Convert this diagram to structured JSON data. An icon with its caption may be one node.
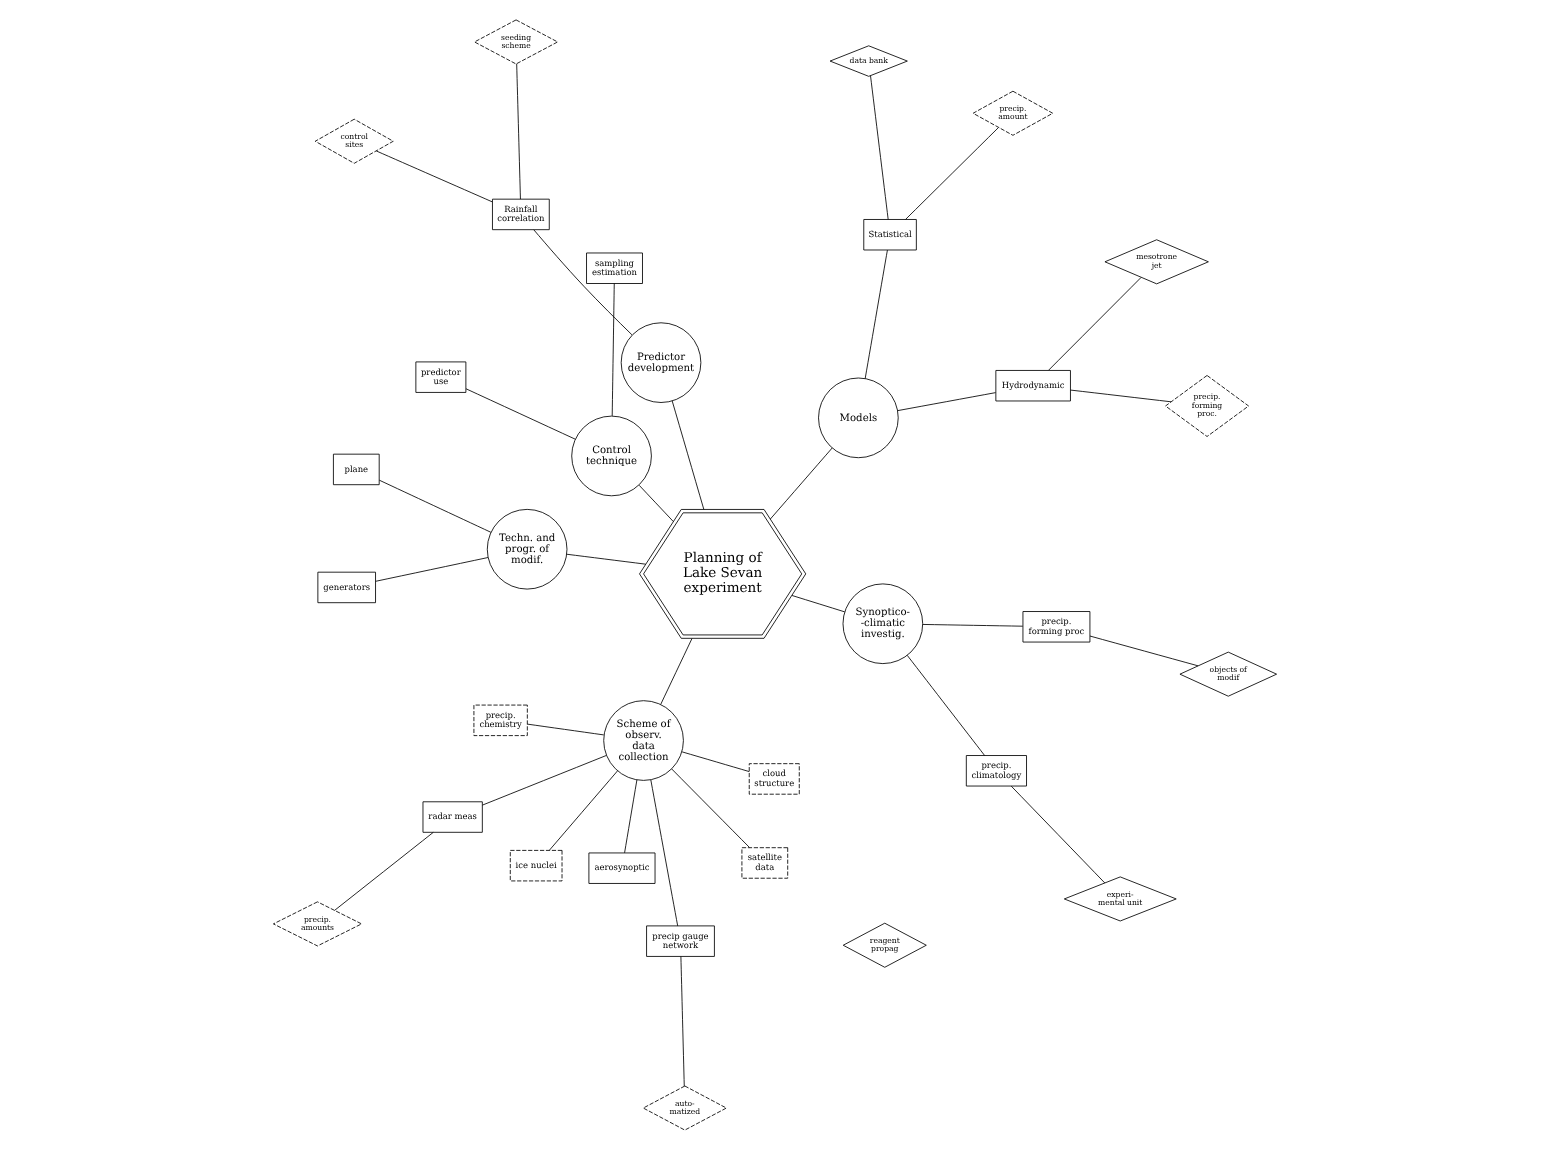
{
  "diagram": {
    "nodes": [
      {
        "text": [
          "Planning of Lake Sevan experiment"
        ]
      },
      {
        "text": [
          "Scheme of observ. data collection"
        ]
      },
      {
        "text": [
          "ice nuclei"
        ]
      },
      {
        "text": [
          "precip. chemistry"
        ]
      },
      {
        "text": [
          "cloud structure"
        ]
      },
      {
        "text": [
          "precip. amounts"
        ]
      },
      {
        "text": [
          "radar meas"
        ]
      },
      {
        "text": [
          "auto- matized"
        ]
      },
      {
        "text": [
          "precip gauge network"
        ]
      },
      {
        "text": [
          "satellite data"
        ]
      },
      {
        "text": [
          "aerosynoptic"
        ]
      },
      {
        "text": [
          "Models"
        ]
      },
      {
        "text": [
          "precip. forming proc."
        ]
      },
      {
        "text": [
          "mesotrone jet"
        ]
      },
      {
        "text": [
          "Hydrodynamic"
        ]
      },
      {
        "text": [
          "reagent propag"
        ]
      },
      {
        "text": [
          "Statistical"
        ]
      },
      {
        "text": [
          "precip. amount"
        ]
      },
      {
        "text": [
          "data bank"
        ]
      },
      {
        "text": [
          "Techn. and progr. of modif."
        ]
      },
      {
        "text": [
          "plane"
        ]
      },
      {
        "text": [
          "generators"
        ]
      },
      {
        "text": [
          "Predictor development"
        ]
      },
      {
        "text": [
          "seeding scheme"
        ]
      },
      {
        "text": [
          "Rainfall correlation"
        ]
      },
      {
        "text": [
          "control sites"
        ]
      },
      {
        "text": [
          "Synoptico- -climatic investig."
        ]
      },
      {
        "text": [
          "objects of modif"
        ]
      },
      {
        "text": [
          "precip. forming proc"
        ]
      },
      {
        "text": [
          "experi- mental unit"
        ]
      },
      {
        "text": [
          "precip. climatology"
        ]
      },
      {
        "text": [
          "Control technique"
        ]
      },
      {
        "text": [
          "sampling estimation"
        ]
      },
      {
        "text": [
          "predictor use"
        ]
      }
    ],
    "edges": [
      {
        "from": 0,
        "to": 1,
        "arrow": "none"
      },
      {
        "from": 0,
        "to": 11,
        "arrow": "none"
      },
      {
        "from": 0,
        "to": 19,
        "arrow": "none"
      },
      {
        "from": 0,
        "to": 22,
        "arrow": "none"
      },
      {
        "from": 0,
        "to": 26,
        "arrow": "none"
      },
      {
        "from": 0,
        "to": 31,
        "arrow": "none"
      },
      {
        "from": 1,
        "to": 2,
        "arrow": "none"
      },
      {
        "from": 1,
        "to": 3,
        "arrow": "none"
      },
      {
        "from": 1,
        "to": 4,
        "arrow": "none"
      },
      {
        "from": 1,
        "to": 6,
        "arrow": "none"
      },
      {
        "from": 1,
        "to": 8,
        "arrow": "none"
      },
      {
        "from": 1,
        "to": 9,
        "arrow": "none"
      },
      {
        "from": 1,
        "to": 10,
        "arrow": "none"
      },
      {
        "from": 5,
        "to": 6,
        "arrow": "none"
      },
      {
        "from": 7,
        "to": 8,
        "arrow": "none"
      },
      {
        "from": 11,
        "to": 14,
        "arrow": "none"
      },
      {
        "from": 11,
        "to": 16,
        "arrow": "none"
      },
      {
        "from": 12,
        "to": 14,
        "arrow": "none"
      },
      {
        "from": 13,
        "to": 14,
        "arrow": "none"
      },
      {
        "from": 16,
        "to": 17,
        "arrow": "none"
      },
      {
        "from": 16,
        "to": 18,
        "arrow": "none"
      },
      {
        "from": 19,
        "to": 20,
        "arrow": "none"
      },
      {
        "from": 19,
        "to": 21,
        "arrow": "none"
      },
      {
        "from": 22,
        "to": 24,
        "arrow": "none"
      },
      {
        "from": 23,
        "to": 24,
        "arrow": "none"
      },
      {
        "from": 24,
        "to": 25,
        "arrow": "none"
      },
      {
        "from": 26,
        "to": 28,
        "arrow": "none"
      },
      {
        "from": 26,
        "to": 30,
        "arrow": "none"
      },
      {
        "from": 27,
        "to": 28,
        "arrow": "none"
      },
      {
        "from": 29,
        "to": 30,
        "arrow": "none"
      },
      {
        "from": 31,
        "to": 32,
        "arrow": "none"
      },
      {
        "from": 31,
        "to": 33,
        "arrow": "none"
      }
    ]
  }
}
